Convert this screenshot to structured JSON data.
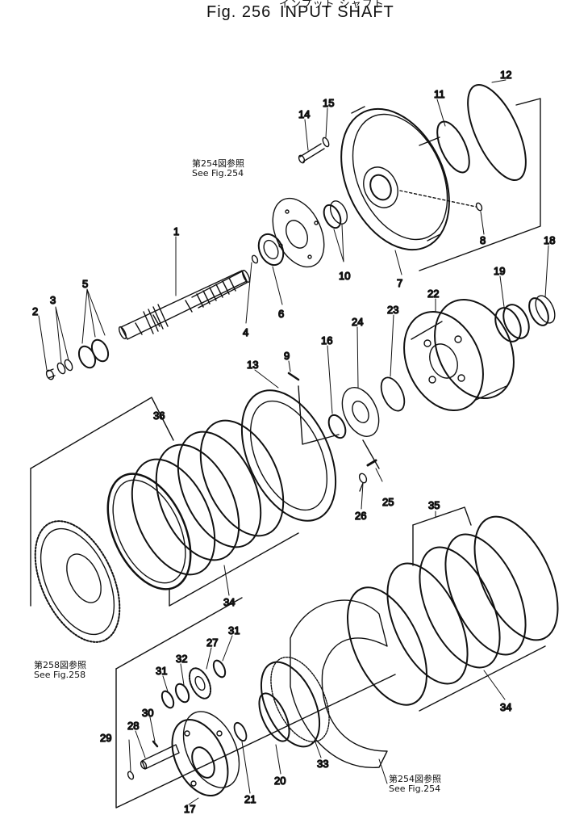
{
  "header": {
    "title_jp": "インプット シャフト",
    "fig_label": "Fig. 256",
    "fig_title": "INPUT SHAFT"
  },
  "refs": [
    {
      "id": "ref254a",
      "jp": "第254図参照",
      "en": "See Fig.254"
    },
    {
      "id": "ref258",
      "jp": "第258図参照",
      "en": "See Fig.258"
    },
    {
      "id": "ref254b",
      "jp": "第254図参照",
      "en": "See Fig.254"
    }
  ],
  "callouts": [
    "1",
    "2",
    "3",
    "4",
    "5",
    "6",
    "7",
    "8",
    "9",
    "10",
    "11",
    "12",
    "13",
    "14",
    "15",
    "16",
    "17",
    "18",
    "19",
    "20",
    "21",
    "22",
    "23",
    "24",
    "25",
    "26",
    "27",
    "28",
    "29",
    "30",
    "31",
    "32",
    "33",
    "34",
    "35",
    "36"
  ]
}
